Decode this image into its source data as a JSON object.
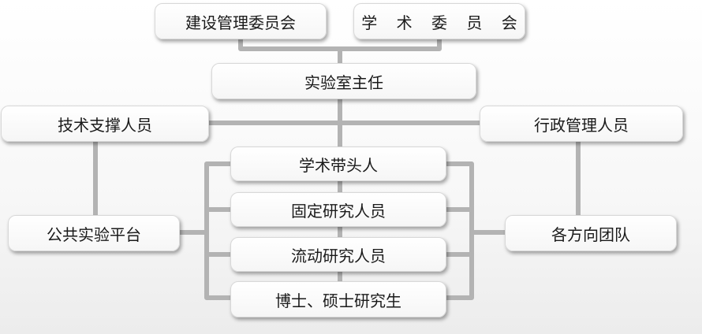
{
  "nodes": {
    "construction_committee": "建设管理委员会",
    "academic_committee": "学 术 委 员 会",
    "lab_director": "实验室主任",
    "tech_support": "技术支撑人员",
    "admin_staff": "行政管理人员",
    "academic_leader": "学术带头人",
    "fixed_researchers": "固定研究人员",
    "mobile_researchers": "流动研究人员",
    "graduate_students": "博士、硕士研究生",
    "public_platform": "公共实验平台",
    "research_teams": "各方向团队"
  },
  "colors": {
    "connector": "#b3b3b3",
    "box_border": "#d8d8d8",
    "text": "#1a1a1a"
  }
}
